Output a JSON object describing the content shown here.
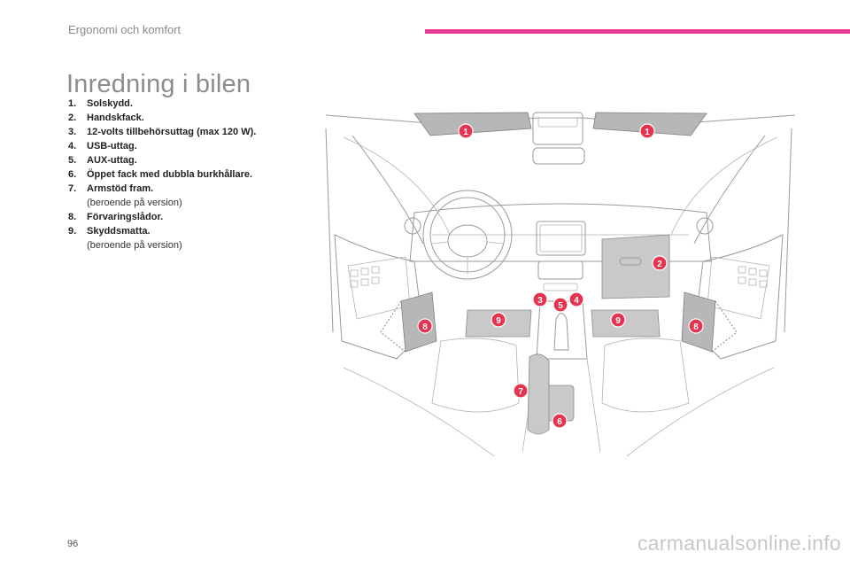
{
  "header": {
    "section_title": "Ergonomi och komfort",
    "accent_color": "#e6398f"
  },
  "page": {
    "title": "Inredning i bilen",
    "number": "96"
  },
  "legend": [
    {
      "num": "1.",
      "label": "Solskydd."
    },
    {
      "num": "2.",
      "label": "Handskfack."
    },
    {
      "num": "3.",
      "label": "12-volts tillbehörsuttag (max 120 W)."
    },
    {
      "num": "4.",
      "label": "USB-uttag."
    },
    {
      "num": "5.",
      "label": "AUX-uttag."
    },
    {
      "num": "6.",
      "label": "Öppet fack med dubbla burkhållare."
    },
    {
      "num": "7.",
      "label": "Armstöd fram.",
      "note": "(beroende på version)"
    },
    {
      "num": "8.",
      "label": "Förvaringslådor."
    },
    {
      "num": "9.",
      "label": "Skyddsmatta.",
      "note": "(beroende på version)"
    }
  ],
  "callouts": {
    "c1a": "1",
    "c1b": "1",
    "c2": "2",
    "c3": "3",
    "c4": "4",
    "c5": "5",
    "c6": "6",
    "c7": "7",
    "c8a": "8",
    "c8b": "8",
    "c9a": "9",
    "c9b": "9",
    "badge_color": "#e6334f"
  },
  "footer": {
    "watermark": "carmanualsonline.info"
  }
}
